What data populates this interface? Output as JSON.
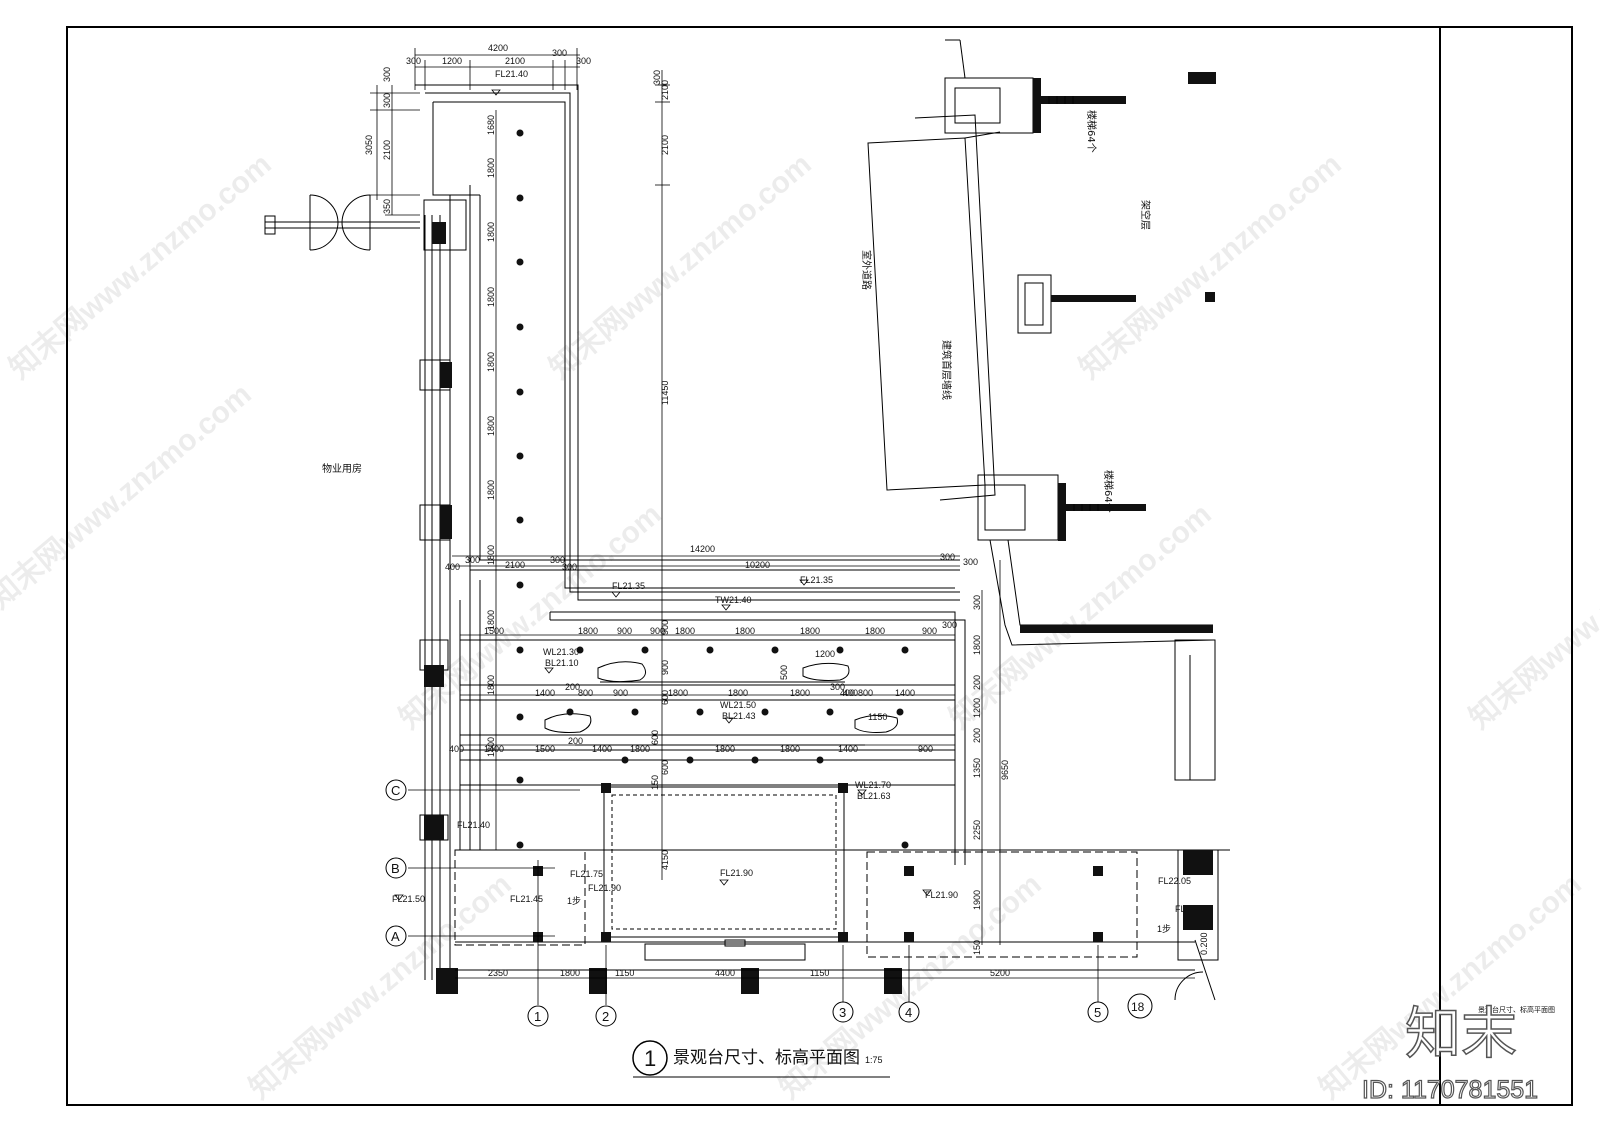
{
  "drawing": {
    "title": "景观台尺寸、标高平面图",
    "title_number": "1",
    "scale": "1:75",
    "titleblock_note": "景观台尺寸、标高平面图",
    "watermark_text": "知末网www.znzmo.com",
    "logo_text": "知末",
    "id_text": "ID: 1170781551"
  },
  "rooms": {
    "property": "物业用房",
    "overhead": "架空层",
    "outdoor_line": "室外道路",
    "stair_top": "楼梯64个",
    "stair_bottom": "楼梯64个",
    "building_line": "建筑首层墙线"
  },
  "dimensions": {
    "top_total": "4200",
    "top_a": "300",
    "top_b": "1200",
    "top_c": "2100",
    "top_d": "300",
    "top_e": "300",
    "left_total": "3050",
    "left_a": "300",
    "left_b": "300",
    "left_c": "2100",
    "left_d": "350",
    "inner_a": "1680",
    "col_spacing": "1800",
    "tall": "11450",
    "tall_a": "300",
    "tall_b": "2100",
    "mid_total": "14200",
    "mid_a": "300",
    "mid_b": "2100",
    "mid_c": "300",
    "mid_d": "300",
    "mid_e": "10200",
    "mid_f": "300",
    "mid_g": "300",
    "right_v": "9650",
    "r_a": "300",
    "r_b": "1800",
    "r_c": "200",
    "r_d": "1200",
    "r_e": "200",
    "r_f": "1350",
    "r_g": "2250",
    "r_h": "1900",
    "r_i": "150",
    "row1": [
      "1500",
      "1800",
      "900",
      "900",
      "1800",
      "1800",
      "1800",
      "1800",
      "900",
      "300"
    ],
    "row2": [
      "1400",
      "800",
      "900",
      "1800",
      "1800",
      "1800",
      "400",
      "800",
      "1400"
    ],
    "row3": [
      "1400",
      "1500",
      "1400",
      "1800",
      "1800",
      "1800",
      "1400",
      "900"
    ],
    "stone_w1": "1200",
    "stone_h1": "500",
    "stone_w2": "1150",
    "bottom": [
      "2350",
      "1800",
      "1150",
      "4400",
      "1150",
      "5200"
    ],
    "center_v": "4150",
    "bench_200a": "200",
    "bench_200b": "200",
    "bench_300": "300",
    "bench_400": "400",
    "mid_v_a": "900",
    "mid_v_b": "900",
    "mid_v_c": "600",
    "mid_v_d": "600",
    "mid_v_e": "150",
    "mid_v_f": "600",
    "left_400a": "400",
    "left_400b": "400"
  },
  "levels": {
    "fl_top": "FL21.40",
    "fl_a": "FL21.35",
    "fl_b": "FL21.35",
    "tw": "TW21.40",
    "wl1": "WL21.30",
    "bl1": "BL21.10",
    "wl2": "WL21.50",
    "bl2": "BL21.43",
    "wl3": "WL21.70",
    "bl3": "BL21.63",
    "fl_left": "FL21.40",
    "fl_center": "FL21.90",
    "fl_right": "FL21.90",
    "fl_175": "FL21.75",
    "fl_190": "FL21.90",
    "fl_145": "FL21.45",
    "fl_150": "FL21.50",
    "fl_2205": "FL22.05",
    "fl_2220": "FL22.20",
    "slope": "0.200",
    "step_a": "1步",
    "step_b": "1步"
  },
  "axes": {
    "rows": [
      "C",
      "B",
      "A"
    ],
    "cols": [
      "1",
      "2",
      "3",
      "4",
      "5",
      "18"
    ]
  }
}
